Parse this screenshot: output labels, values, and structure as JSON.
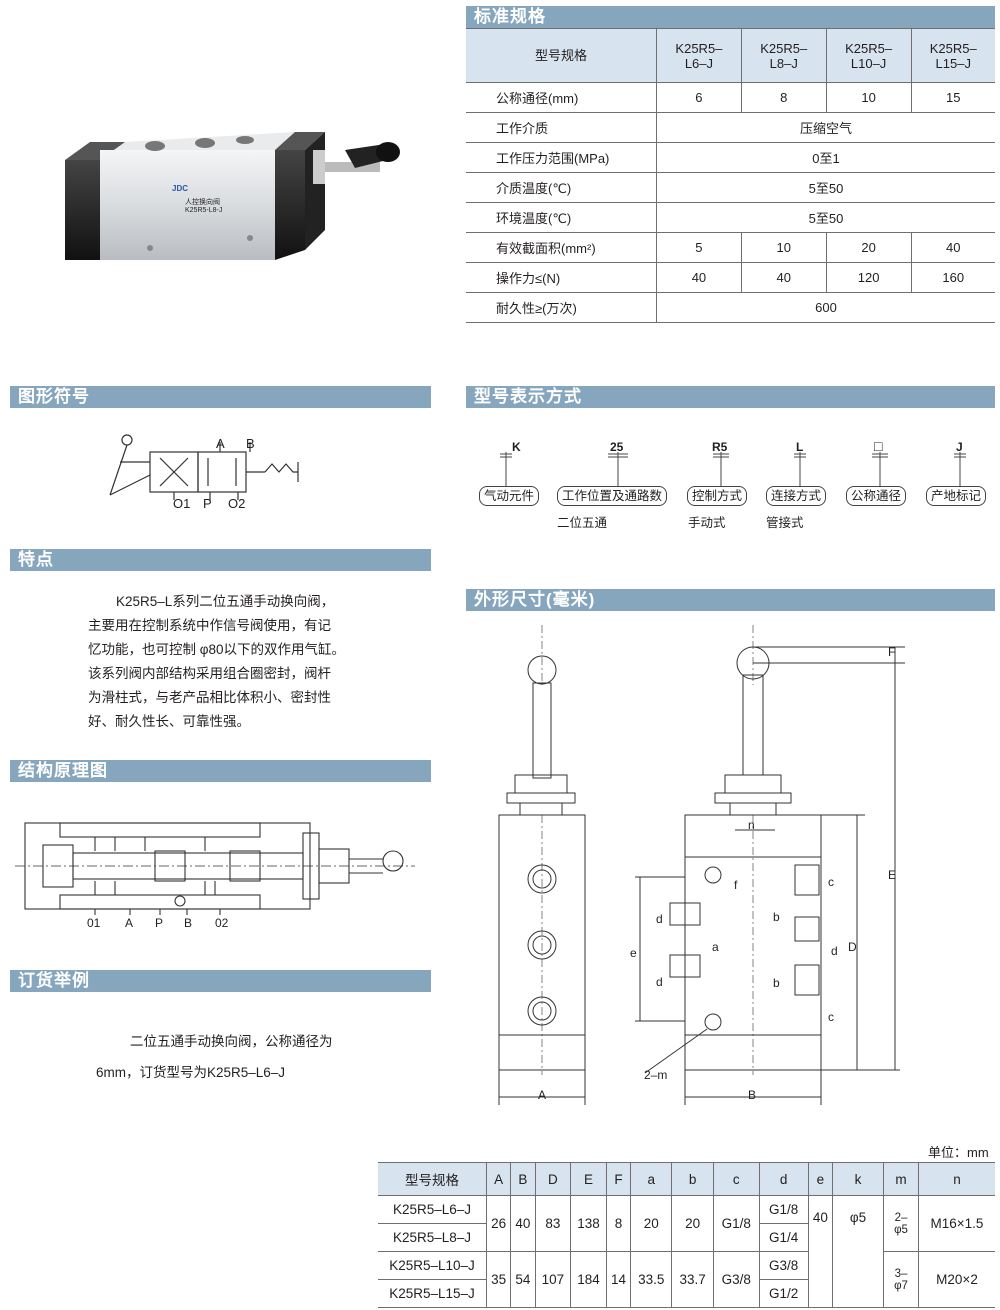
{
  "sections": {
    "spec": "标准规格",
    "symbol": "图形符号",
    "model_code": "型号表示方式",
    "features": "特点",
    "dimensions": "外形尺寸(毫米)",
    "structure": "结构原理图",
    "ordering": "订货举例"
  },
  "product_label": {
    "brand": "JDC",
    "name": "人控换向阀",
    "model": "K25R5-L8-J"
  },
  "spec_table": {
    "header": [
      "型号规格",
      "K25R5–\nL6–J",
      "K25R5–\nL8–J",
      "K25R5–\nL10–J",
      "K25R5–\nL15–J"
    ],
    "rows": [
      {
        "label": "公称通径(mm)",
        "values": [
          "6",
          "8",
          "10",
          "15"
        ]
      },
      {
        "label": "工作介质",
        "merged": "压缩空气"
      },
      {
        "label": "工作压力范围(MPa)",
        "merged": "0至1"
      },
      {
        "label": "介质温度(℃)",
        "merged": "5至50"
      },
      {
        "label": "环境温度(℃)",
        "merged": "5至50"
      },
      {
        "label": "有效截面积(mm²)",
        "values": [
          "5",
          "10",
          "20",
          "40"
        ]
      },
      {
        "label": "操作力≤(N)",
        "values": [
          "40",
          "40",
          "120",
          "160"
        ]
      },
      {
        "label": "耐久性≥(万次)",
        "merged": "600"
      }
    ]
  },
  "symbol_labels": {
    "a": "A",
    "b": "B",
    "o1": "O1",
    "p": "P",
    "o2": "O2"
  },
  "model_code": {
    "letters": [
      "K",
      "25",
      "R5",
      "L",
      "□",
      "J"
    ],
    "boxes": [
      "气动元件",
      "工作位置及通路数",
      "控制方式",
      "连接方式",
      "公称通径",
      "产地标记"
    ],
    "notes": [
      "二位五通",
      "手动式",
      "管接式"
    ]
  },
  "features_text": [
    "K25R5–L系列二位五通手动换向阀，",
    "主要用在控制系统中作信号阀使用，有记",
    "忆功能，也可控制 φ80以下的双作用气缸。",
    "该系列阀内部结构采用组合圈密封，阀杆",
    "为滑柱式，与老产品相比体积小、密封性",
    "好、耐久性长、可靠性强。"
  ],
  "structure_labels": [
    "01",
    "A",
    "P",
    "B",
    "02"
  ],
  "ordering_text": [
    "二位五通手动换向阀，公称通径为",
    "6mm，订货型号为K25R5–L6–J"
  ],
  "dim_labels": {
    "F": "F",
    "E": "E",
    "D": "D",
    "n": "n",
    "f": "f",
    "c": "c",
    "b": "b",
    "d": "d",
    "e": "e",
    "a": "a",
    "m": "2–m",
    "A": "A",
    "B": "B"
  },
  "unit_note": "单位：mm",
  "dim_table": {
    "header": [
      "型号规格",
      "A",
      "B",
      "D",
      "E",
      "F",
      "a",
      "b",
      "c",
      "d",
      "e",
      "k",
      "m",
      "n"
    ],
    "group1": {
      "models": [
        "K25R5–L6–J",
        "K25R5–L8–J"
      ],
      "A": "26",
      "B": "40",
      "D": "83",
      "E": "138",
      "F": "8",
      "a": "20",
      "b": "20",
      "c": "G1/8",
      "d": [
        "G1/8",
        "G1/4"
      ],
      "e": "40",
      "k": "φ5",
      "m": "2–\nφ5",
      "n": "M16×1.5"
    },
    "group2": {
      "models": [
        "K25R5–L10–J",
        "K25R5–L15–J"
      ],
      "A": "35",
      "B": "54",
      "D": "107",
      "E": "184",
      "F": "14",
      "a": "33.5",
      "b": "33.7",
      "c": "G3/8",
      "d": [
        "G3/8",
        "G1/2"
      ],
      "m": "3–\nφ7",
      "n": "M20×2"
    }
  }
}
